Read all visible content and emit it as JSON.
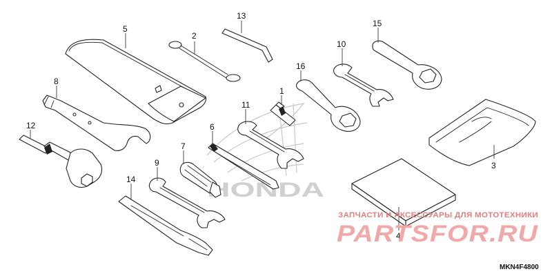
{
  "callouts": {
    "c1": "1",
    "c2": "2",
    "c3": "3",
    "c4": "4",
    "c5": "5",
    "c6": "6",
    "c7": "7",
    "c8": "8",
    "c9": "9",
    "c10": "10",
    "c11": "11",
    "c12": "12",
    "c13": "13",
    "c14": "14",
    "c15": "15",
    "c16": "16"
  },
  "watermark": {
    "logo_text": "HONDA",
    "line": "ЗАПЧАСТИ И АКСЕССУАРЫ ДЛЯ МОТОТЕХНИКИ",
    "brand": "PARTSFOR.RU"
  },
  "diagram_code": "MKN4F4800"
}
